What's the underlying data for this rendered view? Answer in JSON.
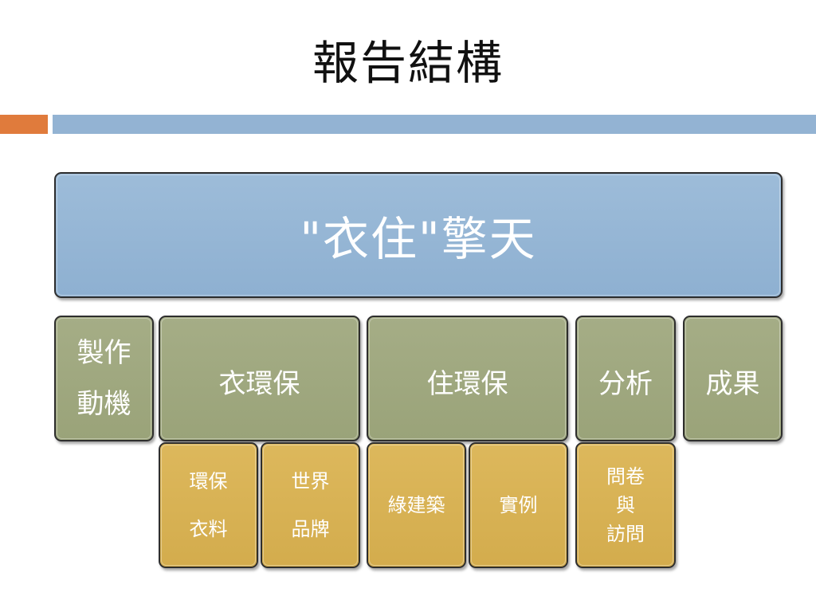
{
  "slide": {
    "title": "報告結構"
  },
  "diagram": {
    "root": {
      "label": "\"衣住\"擎天"
    },
    "level2": [
      {
        "id": "motive",
        "label": "製作\n動機"
      },
      {
        "id": "cloth",
        "label": "衣環保"
      },
      {
        "id": "house",
        "label": "住環保"
      },
      {
        "id": "analysis",
        "label": "分析"
      },
      {
        "id": "result",
        "label": "成果"
      }
    ],
    "level3": [
      {
        "id": "eco-fabric",
        "parent": "衣環保",
        "label": "環保\n衣料"
      },
      {
        "id": "world-brand",
        "parent": "衣環保",
        "label": "世界\n品牌"
      },
      {
        "id": "green-building",
        "parent": "住環保",
        "label": "綠建築"
      },
      {
        "id": "case",
        "parent": "住環保",
        "label": "實例"
      },
      {
        "id": "survey",
        "parent": "分析",
        "label": "問卷\n與\n訪問"
      }
    ]
  },
  "colors": {
    "accent_orange": "#e07b3c",
    "accent_blue": "#93b3d3",
    "root_fill": "#93b3d3",
    "level2_fill": "#a0a87f",
    "level3_fill": "#d8b255"
  }
}
